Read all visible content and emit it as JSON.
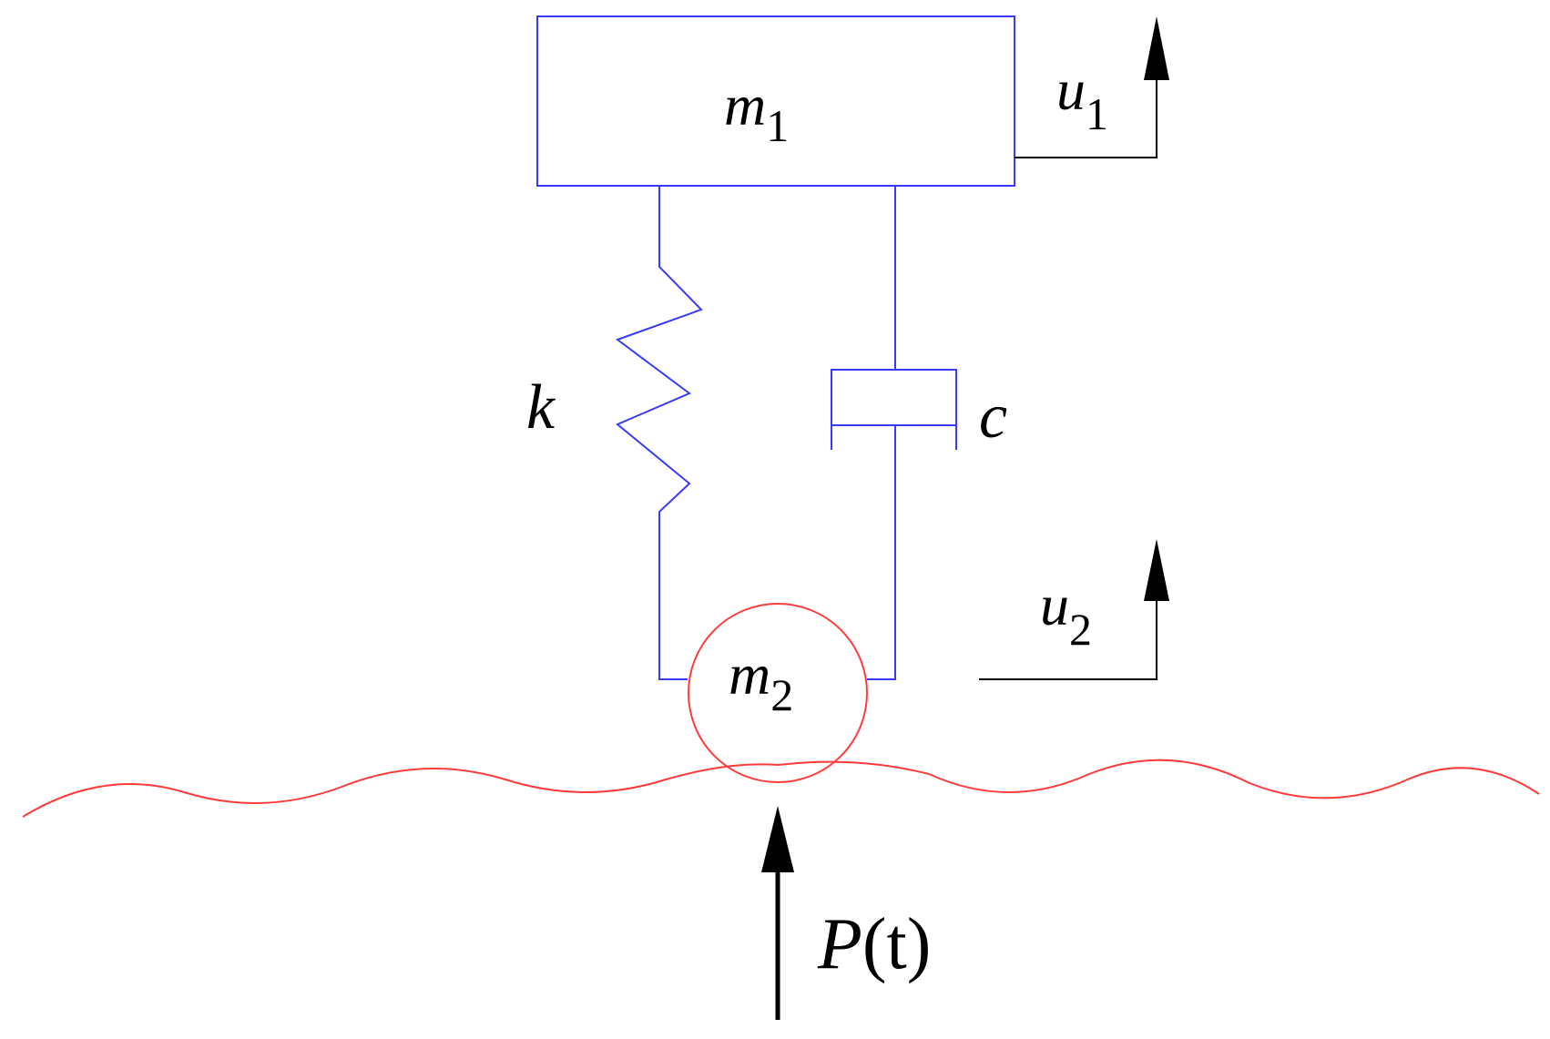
{
  "diagram": {
    "mass1": {
      "symbol": "m",
      "subscript": "1"
    },
    "mass2": {
      "symbol": "m",
      "subscript": "2"
    },
    "spring": {
      "label": "k"
    },
    "damper": {
      "label": "c"
    },
    "displacement1": {
      "symbol": "u",
      "subscript": "1"
    },
    "displacement2": {
      "symbol": "u",
      "subscript": "2"
    },
    "force": {
      "symbol": "P",
      "argument": "(t)"
    }
  },
  "colors": {
    "structure": "#3a3aff",
    "wheel": "#ff3b3b",
    "road": "#ff3b3b",
    "annotation": "#000000"
  }
}
